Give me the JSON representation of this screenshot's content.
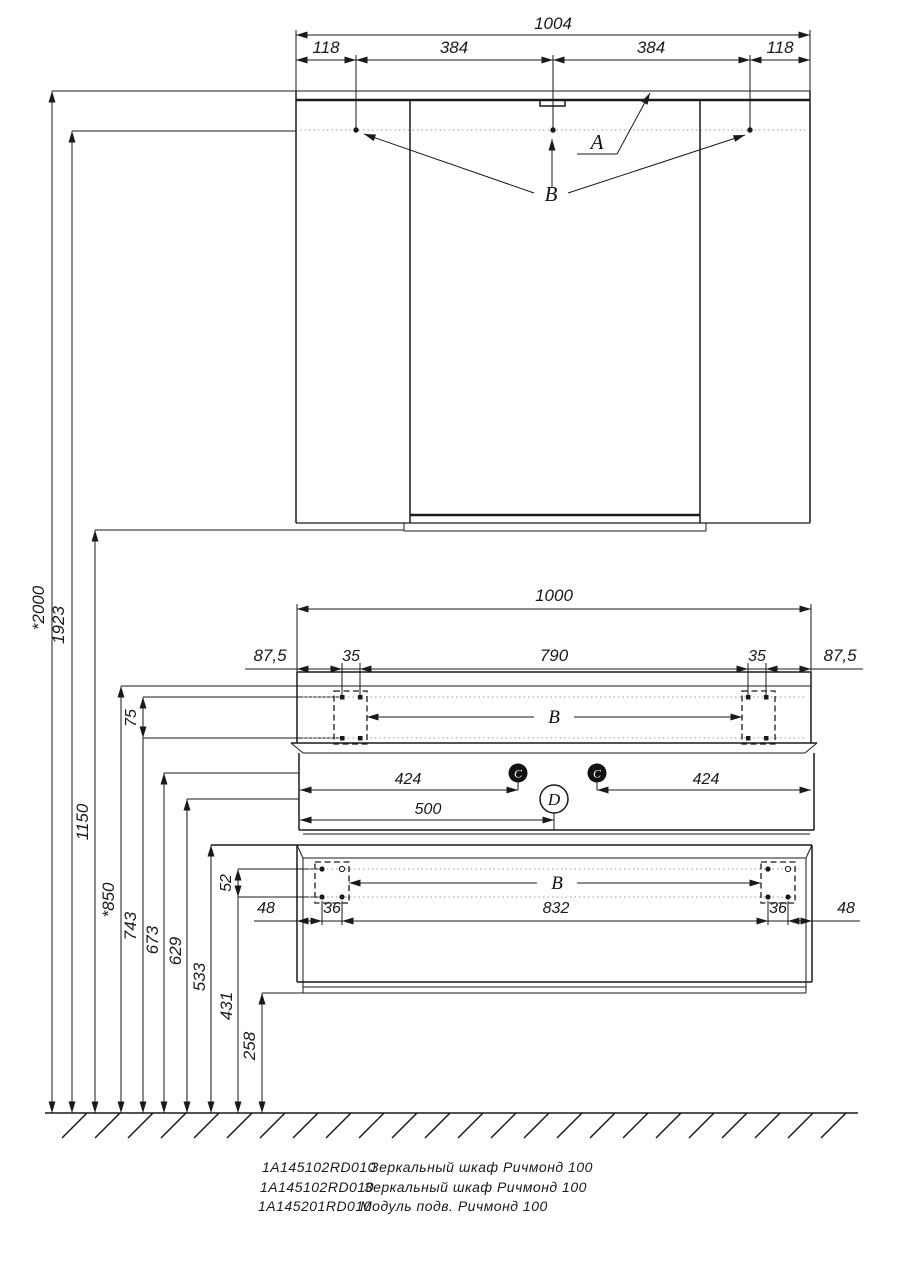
{
  "dims": {
    "w1004": "1004",
    "w118l": "118",
    "w384l": "384",
    "w384r": "384",
    "w118r": "118",
    "h2000": "*2000",
    "h1923": "1923",
    "h1150": "1150",
    "h850": "*850",
    "h75": "75",
    "h743": "743",
    "h673": "673",
    "h629": "629",
    "h533": "533",
    "h52": "52",
    "h431": "431",
    "h258": "258",
    "w1000": "1000",
    "off875l": "87,5",
    "hole35l": "35",
    "span790": "790",
    "hole35r": "35",
    "off875r": "87,5",
    "c424l": "424",
    "d500": "500",
    "c424r": "424",
    "e48l": "48",
    "e36l": "36",
    "span832": "832",
    "e36r": "36",
    "e48r": "48"
  },
  "labels": {
    "a": "A",
    "b_mirror": "B",
    "b_mid": "B",
    "b_bot": "B",
    "c_left": "C",
    "c_right": "C",
    "d": "D"
  },
  "parts": [
    {
      "code": "1A145102RD010",
      "name": "Зеркальный  шкаф  Ричмонд  100"
    },
    {
      "code": "1A145102RD010",
      "name": "Зеркальный  шкаф  Ричмонд  100"
    },
    {
      "code": "1A145201RD010",
      "name": "Модуль  подв.  Ричмонд  100"
    }
  ],
  "colors": {
    "line": "#1a1a1a",
    "dotted": "#9a9a9a"
  }
}
